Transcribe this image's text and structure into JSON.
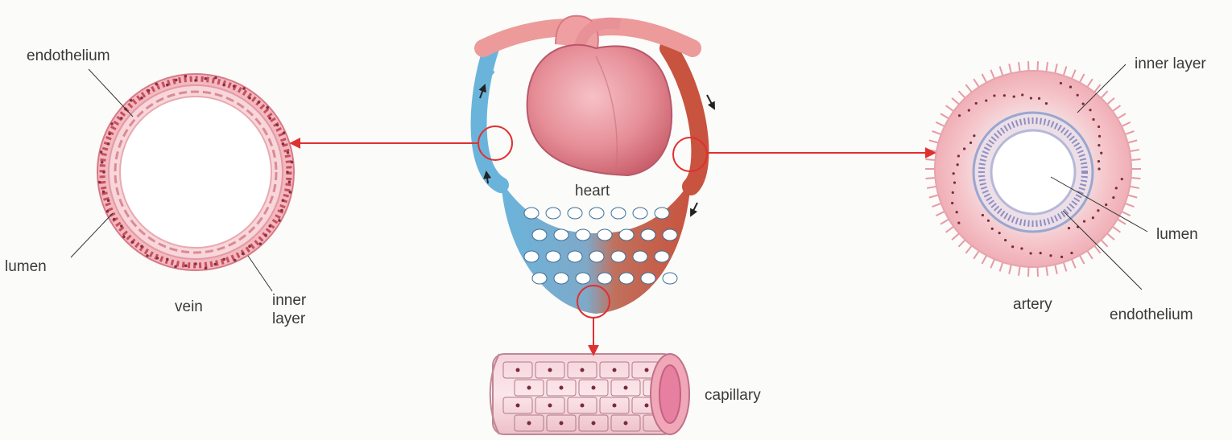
{
  "labels": {
    "heart": "heart",
    "vein": "vein",
    "artery": "artery",
    "capillary": "capillary",
    "vein_endothelium": "endothelium",
    "vein_lumen": "lumen",
    "vein_inner_layer": "inner\nlayer",
    "artery_inner_layer": "inner layer",
    "artery_lumen": "lumen",
    "artery_endothelium": "endothelium"
  },
  "colors": {
    "pointer_arrow": "#e03030",
    "vein_blood": "#6ab4dc",
    "artery_blood": "#c8533e",
    "heart": "#e88f98",
    "vessel_wall": "#e8a0a8",
    "cell_nucleus": "#7a2a3a",
    "background": "#fbfbf9"
  }
}
